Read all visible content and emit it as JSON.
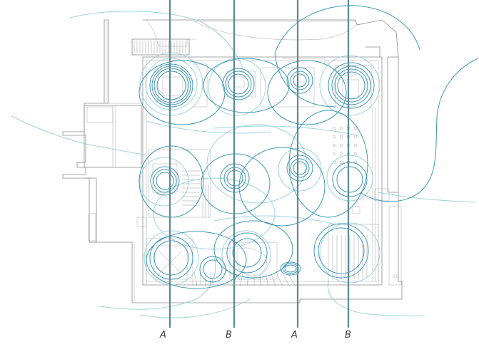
{
  "section_labels": [
    {
      "letter": "A"
    },
    {
      "letter": "B"
    },
    {
      "letter": "A"
    },
    {
      "letter": "B"
    }
  ],
  "colors": {
    "walls": "#8a8a8a",
    "section_line": "#5b8896",
    "circulation_dark": "#3f98b4",
    "circulation_light": "#9fd3de"
  }
}
